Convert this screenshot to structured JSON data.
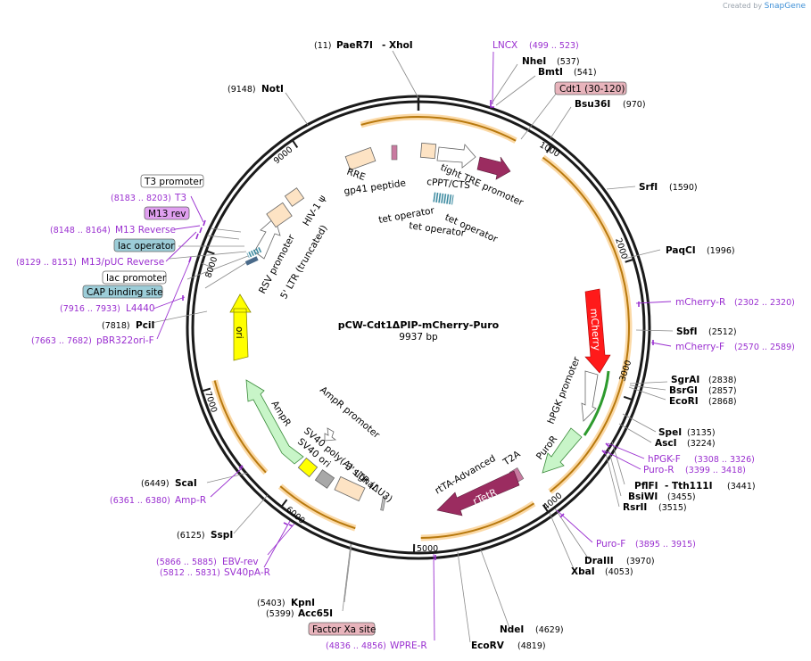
{
  "watermark": {
    "prefix": "Created by",
    "brand": "SnapGene"
  },
  "plasmid": {
    "name": "pCW-Cdt1ΔPIP-mCherry-Puro",
    "length_label": "9937 bp"
  },
  "ticks": [
    "1000",
    "2000",
    "3000",
    "4000",
    "5000",
    "6000",
    "7000",
    "8000",
    "9000"
  ],
  "sites_right": [
    {
      "name": "NheI",
      "pos": "(537)"
    },
    {
      "name": "BmtI",
      "pos": "(541)"
    },
    {
      "name": "Bsu36I",
      "pos": "(970)"
    },
    {
      "name": "SrfI",
      "pos": "(1590)"
    },
    {
      "name": "PaqCI",
      "pos": "(1996)"
    },
    {
      "name": "SbfI",
      "pos": "(2512)"
    },
    {
      "name": "SgrAI",
      "pos": "(2838)"
    },
    {
      "name": "BsrGI",
      "pos": "(2857)"
    },
    {
      "name": "EcoRI",
      "pos": "(2868)"
    },
    {
      "name": "SpeI",
      "pos": "(3135)"
    },
    {
      "name": "AscI",
      "pos": "(3224)"
    },
    {
      "name": "PflFI",
      "pos": "- Tth111I"
    },
    {
      "name": "BsiWI",
      "pos": "(3455)"
    },
    {
      "name": "RsrII",
      "pos": "(3515)"
    },
    {
      "name": "DraIII",
      "pos": "(3970)"
    },
    {
      "name": "XbaI",
      "pos": "(4053)"
    },
    {
      "name": "NdeI",
      "pos": "(4629)"
    },
    {
      "name": "EcoRV",
      "pos": "(4819)"
    }
  ],
  "sites_left": [
    {
      "name": "PaeR7I",
      "pos": "(11)",
      "extra": "- XhoI"
    },
    {
      "name": "NotI",
      "pos": "(9148)"
    },
    {
      "name": "PciI",
      "pos": "(7818)"
    },
    {
      "name": "ScaI",
      "pos": "(6449)"
    },
    {
      "name": "SspI",
      "pos": "(6125)"
    },
    {
      "name": "KpnI",
      "pos": "(5403)"
    },
    {
      "name": "Acc65I",
      "pos": "(5399)"
    }
  ],
  "tth_pos": "(3441)",
  "primers_right": [
    {
      "name": "mCherry-R",
      "pos": "(2302 .. 2320)"
    },
    {
      "name": "mCherry-F",
      "pos": "(2570 .. 2589)"
    },
    {
      "name": "hPGK-F",
      "pos": "(3308 .. 3326)"
    },
    {
      "name": "Puro-R",
      "pos": "(3399 .. 3418)"
    },
    {
      "name": "Puro-F",
      "pos": "(3895 .. 3915)"
    }
  ],
  "primers_left": [
    {
      "name": "LNCX",
      "pos": "(499 .. 523)"
    },
    {
      "name": "T3",
      "pos": "(8183 .. 8203)"
    },
    {
      "name": "M13 Reverse",
      "pos": "(8148 .. 8164)"
    },
    {
      "name": "M13/pUC Reverse",
      "pos": "(8129 .. 8151)"
    },
    {
      "name": "L4440",
      "pos": "(7916 .. 7933)"
    },
    {
      "name": "pBR322ori-F",
      "pos": "(7663 .. 7682)"
    },
    {
      "name": "Amp-R",
      "pos": "(6361 .. 6380)"
    },
    {
      "name": "EBV-rev",
      "pos": "(5866 .. 5885)"
    },
    {
      "name": "SV40pA-R",
      "pos": "(5812 .. 5831)"
    },
    {
      "name": "WPRE-R",
      "pos": "(4836 .. 4856)"
    }
  ],
  "boxed": {
    "cdt1": "Cdt1 (30-120)",
    "t3_promoter": "T3 promoter",
    "m13_rev": "M13 rev",
    "lac_operator": "lac operator",
    "lac_promoter": "lac promoter",
    "cap_site": "CAP binding site",
    "factor_xa": "Factor Xa site"
  },
  "features": {
    "rre": "RRE",
    "gp41": "gp41 peptide",
    "cppt": "cPPT/CTS",
    "tight_tre": "tight TRE promoter",
    "tet_op1": "tet operator",
    "tet_op2": "tet operator",
    "tet_op3": "tet operator",
    "mcherry": "mCherry",
    "hpgk": "hPGK promoter",
    "puror": "PuroR",
    "t2a": "T2A",
    "rtta": "rtTA-Advanced",
    "rtetr": "rTetR",
    "ltr3": "3' LTR (ΔU3)",
    "sv40_polya": "SV40 poly(A) signal",
    "sv40_ori": "SV40 ori",
    "ampr_prom": "AmpR promoter",
    "ampr": "AmpR",
    "ori": "ori",
    "rsv": "RSV promoter",
    "ltr5": "5' LTR (truncated)",
    "hiv": "HIV-1 ψ"
  },
  "colors": {
    "backbone": "#1a1a1a",
    "orf": "#f0c27a",
    "orf_arrow": "#b8790e",
    "mcherry": "#ff1a1a",
    "rtetr": "#9b2c60",
    "puror": "#c8f5c8",
    "ampr": "#c8f5c8",
    "ori": "#ffff00",
    "primer": "#9a2fd0",
    "cdt1_box": "#e8b4bc",
    "lac_box": "#9ccdd8",
    "m13_box": "#e0a0f0"
  }
}
